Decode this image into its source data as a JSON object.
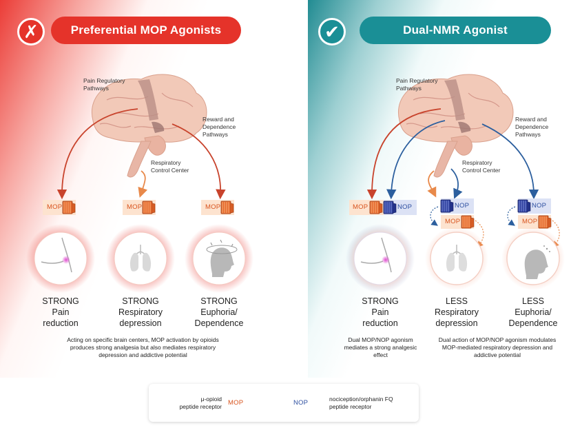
{
  "left_panel": {
    "title": "Preferential MOP Agonists",
    "badge_symbol": "✗",
    "accent": "#e5332a",
    "labels": {
      "pain_pathways": "Pain Regulatory\nPathways",
      "reward_pathways": "Reward and\nDependence\nPathways",
      "respiratory_center": "Respiratory\nControl Center"
    },
    "receptors": [
      "MOP",
      "MOP",
      "MOP"
    ],
    "outcomes": [
      {
        "level": "STRONG",
        "line1": "Pain",
        "line2": "reduction"
      },
      {
        "level": "STRONG",
        "line1": "Respiratory",
        "line2": "depression"
      },
      {
        "level": "STRONG",
        "line1": "Euphoria/",
        "line2": "Dependence"
      }
    ],
    "description": "Acting on specific brain centers, MOP activation by opioids produces strong analgesia but also mediates respiratory depression and addictive potential"
  },
  "right_panel": {
    "title": "Dual-NMR Agonist",
    "badge_symbol": "✔",
    "accent": "#1a8f96",
    "labels": {
      "pain_pathways": "Pain Regulatory\nPathways",
      "reward_pathways": "Reward and\nDependence\nPathways",
      "respiratory_center": "Respiratory\nControl Center"
    },
    "receptor_mop": "MOP",
    "receptor_nop": "NOP",
    "outcomes": [
      {
        "level": "STRONG",
        "line1": "Pain",
        "line2": "reduction"
      },
      {
        "level": "LESS",
        "line1": "Respiratory",
        "line2": "depression"
      },
      {
        "level": "LESS",
        "line1": "Euphoria/",
        "line2": "Dependence"
      }
    ],
    "description_left": "Dual MOP/NOP agonism mediates a strong analgesic effect",
    "description_right": "Dual action of MOP/NOP agonism modulates MOP-mediated respiratory depression and addictive potential"
  },
  "legend": {
    "mop_name": "μ-opioid\npeptide receptor",
    "mop_label": "MOP",
    "nop_label": "NOP",
    "nop_name": "nociception/orphanin FQ\npeptide receptor"
  },
  "colors": {
    "mop": "#f08a3c",
    "nop": "#2e3f9e",
    "arrow_red": "#c8432c",
    "arrow_blue": "#2c5f9e"
  }
}
